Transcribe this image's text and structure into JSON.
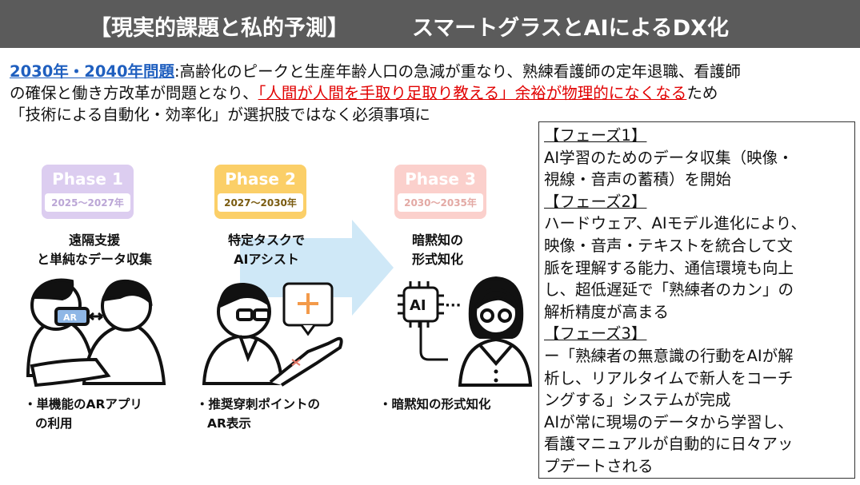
{
  "title": {
    "left": "【現実的課題と私的予測】",
    "right": "スマートグラスとAIによるDX化"
  },
  "intro": {
    "lead": "2030年・2040年問題",
    "line1_rest": ":高齢化のピークと生産年齢人口の急減が重なり、熟練看護師の定年退職、看護師",
    "line2_pre": "の確保と働き方改革が問題となり、",
    "line2_red": "「人間が人間を手取り足取り教える」余裕が物理的になくなる",
    "line2_post": "ため",
    "line3": "「技術による自動化・効率化」が選択肢ではなく必須事項に"
  },
  "phases": [
    {
      "title": "Phase 1",
      "years": "2025〜2027年",
      "caption_l1": "遠隔支援",
      "caption_l2": "と単純なデータ収集",
      "bullet_l1": "・単機能のARアプリ",
      "bullet_l2": "の利用"
    },
    {
      "title": "Phase 2",
      "years": "2027〜2030年",
      "caption_l1": "特定タスクで",
      "caption_l2": "AIアシスト",
      "bullet_l1": "・推奨穿刺ポイントの",
      "bullet_l2": "AR表示"
    },
    {
      "title": "Phase 3",
      "years": "2030〜2035年",
      "caption_l1": "暗黙知の",
      "caption_l2": "形式知化",
      "bullet_l1": "・暗黙知の形式知化",
      "bullet_l2": ""
    }
  ],
  "icons": {
    "ar_label": "AR",
    "ai_chip_label": "AI",
    "ellipsis": "···"
  },
  "side": {
    "h1": "【フェーズ1】",
    "p1": [
      "AI学習のためのデータ収集（映像・",
      "視線・音声の蓄積）を開始"
    ],
    "h2": "【フェーズ2】",
    "p2": [
      "ハードウェア、AIモデル進化により、",
      "映像・音声・テキストを統合して文",
      "脈を理解する能力、通信環境も向上",
      "し、超低遅延で「熟練者のカン」の",
      "解析精度が高まる"
    ],
    "h3": "【フェーズ3】",
    "p3": [
      "ー「熟練者の無意識の行動をAIが解",
      "析し、リアルタイムで新人をコーチ",
      "ングする」システムが完成",
      "AIが常に現場のデータから学習し、",
      "看護マニュアルが自動的に日々アッ",
      "プデートされる"
    ]
  },
  "colors": {
    "title_bg": "#5b5b5b",
    "lead_blue": "#1f5fbf",
    "emphasis_red": "#e10000",
    "phase1": "#dccdf0",
    "phase2": "#fbcf68",
    "phase3": "#fbd0cc",
    "arrow": "#cfe8f7"
  }
}
